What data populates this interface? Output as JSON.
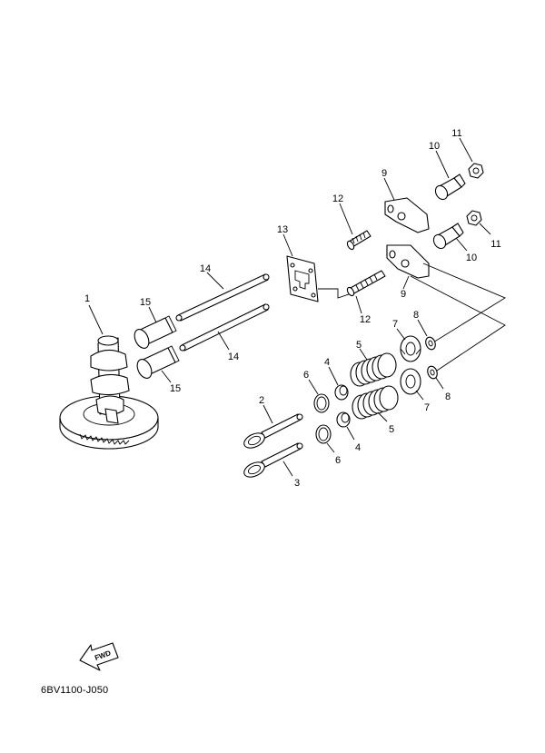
{
  "callouts": [
    "1",
    "2",
    "3",
    "4",
    "4",
    "5",
    "5",
    "6",
    "6",
    "7",
    "7",
    "8",
    "8",
    "9",
    "9",
    "10",
    "10",
    "11",
    "11",
    "12",
    "12",
    "13",
    "14",
    "14",
    "15",
    "15"
  ],
  "fwd_label": "FWD",
  "doc_code": "6BV1100-J050"
}
